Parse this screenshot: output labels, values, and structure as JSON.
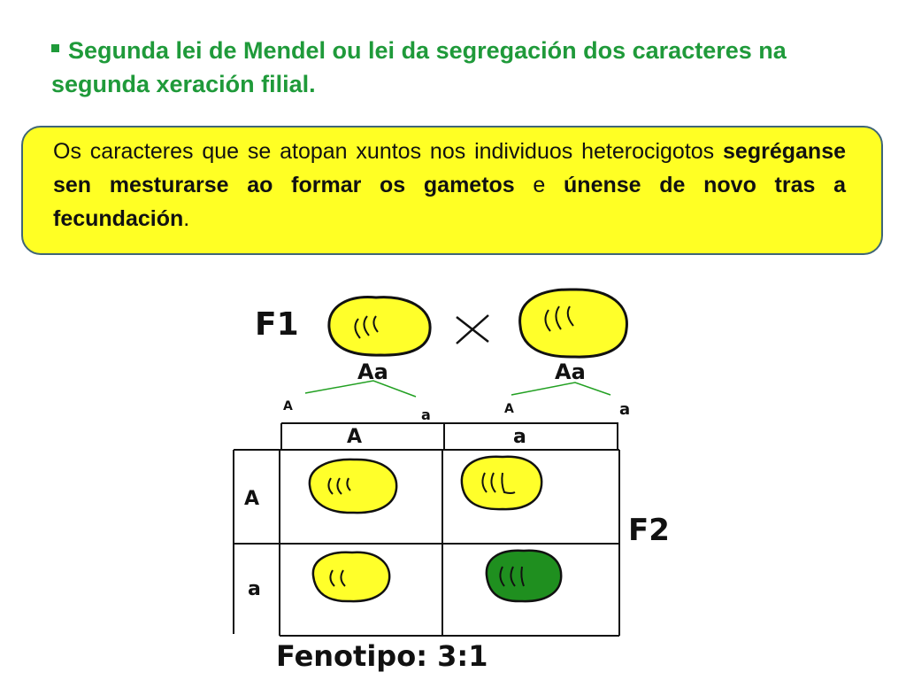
{
  "title": "Segunda lei de Mendel ou lei da segregación dos caracteres na segunda xeración filial.",
  "definition": {
    "part1": "Os caracteres que se atopan xuntos nos individuos heterocigotos ",
    "bold1": "segréganse sen mesturarse ao formar os gametos",
    "part2": " e ",
    "bold2": "únense de novo tras a fecundación",
    "part3": "."
  },
  "diagram": {
    "f1_label": "F1",
    "cross_symbol": "x",
    "parent_left_genotype": "Aa",
    "parent_right_genotype": "Aa",
    "gamete_left_A": "A",
    "gamete_left_a": "a",
    "gamete_right_A": "A",
    "gamete_right_a": "a",
    "col_header_A": "A",
    "col_header_a": "a",
    "row_header_A": "A",
    "row_header_a": "a",
    "f2_label": "F2",
    "phenotype_label": "Fenotipo: 3:1",
    "colors": {
      "yellow_pea": "#ffff2a",
      "green_pea": "#1f8f1f",
      "lines": "#22a022"
    }
  }
}
